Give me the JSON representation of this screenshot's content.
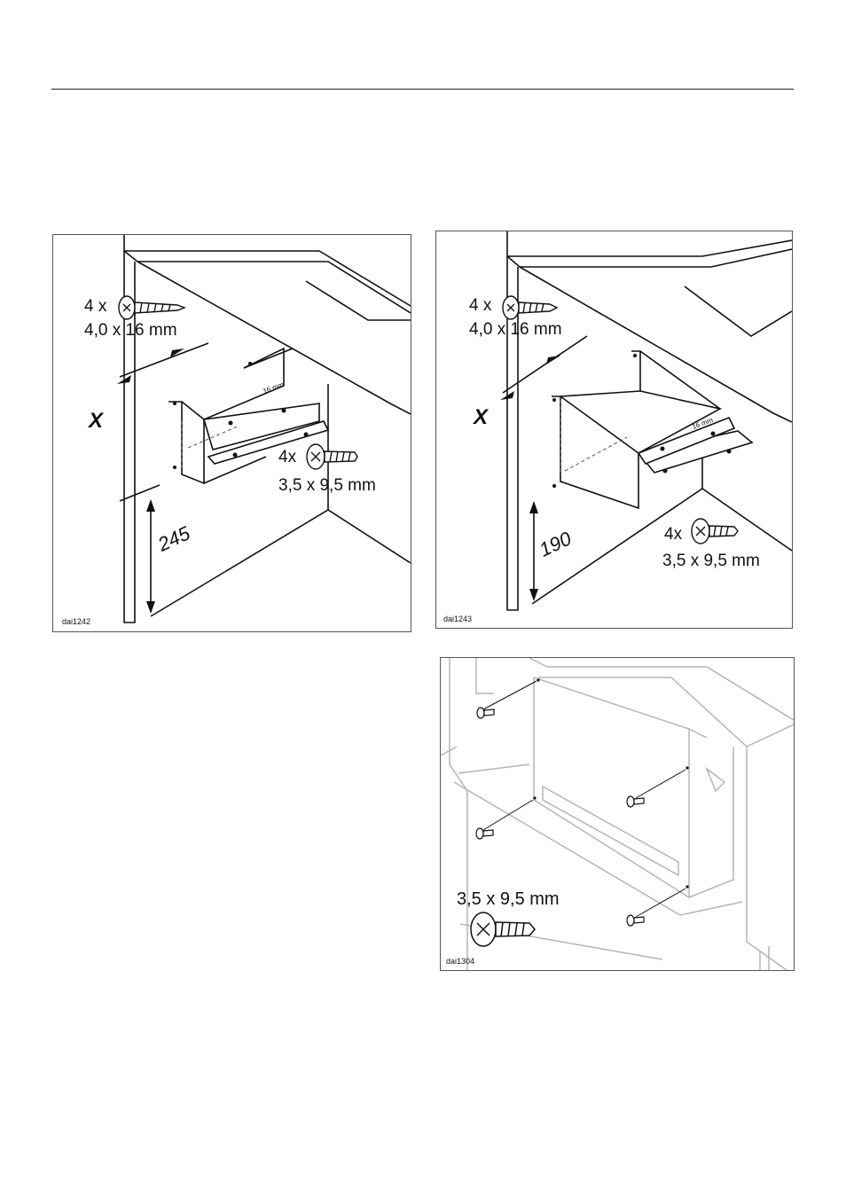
{
  "figures": {
    "fig1": {
      "code": "dai1242",
      "screw_top_count": "4 x",
      "screw_top_size": "4,0 x 16 mm",
      "screw_bottom_count": "4x",
      "screw_bottom_size": "3,5 x 9,5 mm",
      "dimension": "245",
      "marker": "X",
      "bracket_label": "16 mm"
    },
    "fig2": {
      "code": "dai1243",
      "screw_top_count": "4 x",
      "screw_top_size": "4,0 x 16 mm",
      "screw_bottom_count": "4x",
      "screw_bottom_size": "3,5 x 9,5 mm",
      "dimension": "190",
      "marker": "X",
      "bracket_label": "16 mm"
    },
    "fig3": {
      "code": "dai1304",
      "screw_size": "3,5 x 9,5 mm"
    }
  }
}
